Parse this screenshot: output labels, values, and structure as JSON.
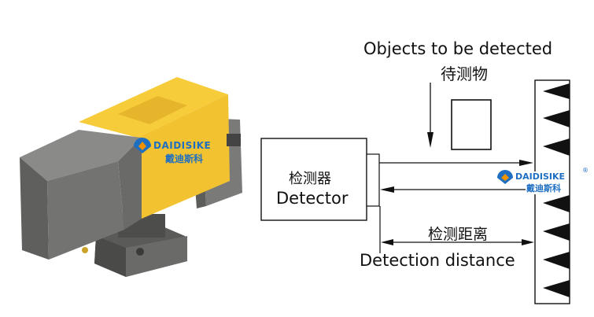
{
  "diagram": {
    "objects_label_en": "Objects to be detected",
    "objects_label_zh": "待测物",
    "detector_label_zh": "检测器",
    "detector_label_en": "Detector",
    "distance_label_zh": "检测距离",
    "distance_label_en": "Detection distance"
  },
  "logo": {
    "brand_en": "DAIDISIKE",
    "brand_zh": "戴迪斯科",
    "registered": "®",
    "brand_color": "#1e6fc2",
    "accent_color": "#f29200"
  },
  "colors": {
    "device_yellow": "#f2c230",
    "device_gray": "#6e6f6d",
    "line": "#111111"
  }
}
